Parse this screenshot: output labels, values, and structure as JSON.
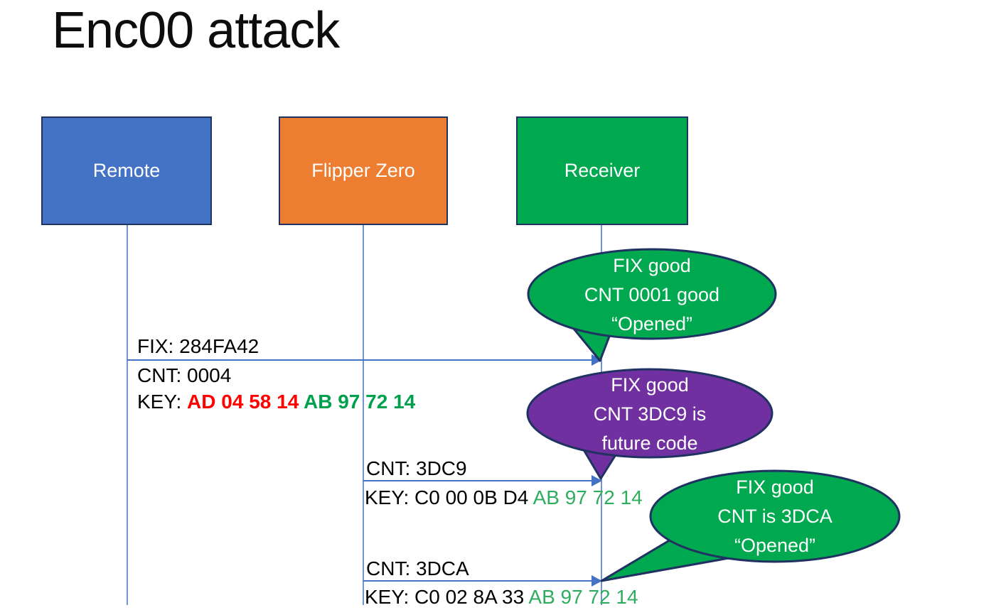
{
  "title": "Enc00 attack",
  "actors": [
    {
      "label": "Remote",
      "color": "#4472C4"
    },
    {
      "label": "Flipper Zero",
      "color": "#ED7D31"
    },
    {
      "label": "Receiver",
      "color": "#00A84F"
    }
  ],
  "messages": [
    {
      "fix": "FIX: 284FA42",
      "cnt": "CNT: 0004",
      "key_prefix": "KEY: ",
      "key_red_bold": "AD 04 58 14 ",
      "key_green_bold": "AB 97 72 14"
    },
    {
      "cnt": "CNT: 3DC9",
      "key_prefix": "KEY: C0 00 0B D4 ",
      "key_green": "AB 97 72 14"
    },
    {
      "cnt": "CNT: 3DCA",
      "key_prefix": "KEY: C0 02 8A 33 ",
      "key_green": "AB 97 72 14"
    }
  ],
  "bubbles": [
    {
      "line1": "FIX good",
      "line2": "CNT 0001 good",
      "line3": "“Opened”",
      "color": "#00A84F"
    },
    {
      "line1": "FIX good",
      "line2": "CNT 3DC9 is",
      "line3": "future code",
      "color": "#7030A0"
    },
    {
      "line1": "FIX good",
      "line2": "CNT is 3DCA",
      "line3": "“Opened”",
      "color": "#00A84F"
    }
  ],
  "colors": {
    "connector_blue": "#4472C4",
    "outline_navy": "#1F3261",
    "key_red": "#FF0000",
    "key_green_bold": "#00A14D",
    "key_green_regular": "#2FAD5E",
    "text_black": "#000000",
    "text_white": "#FFFFFF"
  }
}
